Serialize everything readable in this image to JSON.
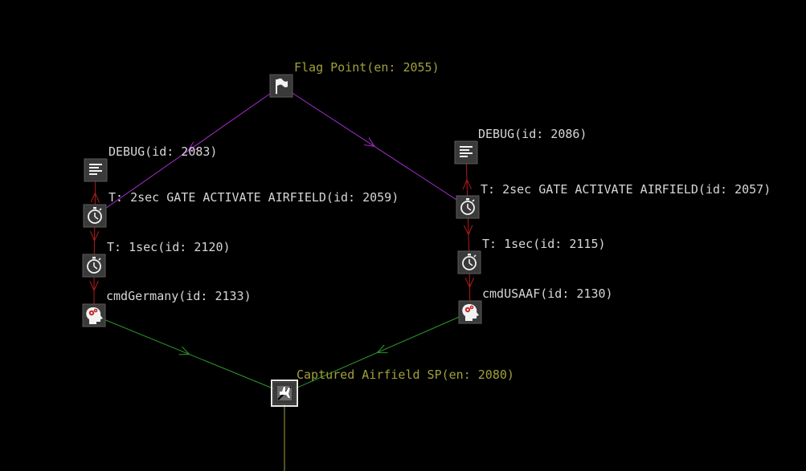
{
  "colors": {
    "background": "#000000",
    "label_white": "#d6d6d6",
    "label_olive": "#a0a03a",
    "link_purple": "#a52dc8",
    "link_red": "#b01c1c",
    "link_green": "#2c9a2c",
    "link_olive": "#a0a03a",
    "node_fill": "#3a3a3a",
    "node_border": "#5a5a5a",
    "node_selected_border": "#e8e8e8"
  },
  "nodes": [
    {
      "id": "flag-point",
      "icon": "flag-icon",
      "label": "Flag Point(en: 2055)",
      "label_color": "olive"
    },
    {
      "id": "debug-2083",
      "icon": "text-lines-icon",
      "label": "DEBUG(id: 2083)",
      "label_color": "white"
    },
    {
      "id": "debug-2086",
      "icon": "text-lines-icon",
      "label": "DEBUG(id: 2086)",
      "label_color": "white"
    },
    {
      "id": "timer-2059",
      "icon": "stopwatch-icon",
      "label": "T: 2sec GATE ACTIVATE AIRFIELD(id: 2059)",
      "label_color": "white"
    },
    {
      "id": "timer-2057",
      "icon": "stopwatch-icon",
      "label": "T: 2sec GATE ACTIVATE AIRFIELD(id: 2057)",
      "label_color": "white"
    },
    {
      "id": "timer-2120",
      "icon": "stopwatch-icon",
      "label": "T: 1sec(id: 2120)",
      "label_color": "white"
    },
    {
      "id": "timer-2115",
      "icon": "stopwatch-icon",
      "label": "T: 1sec(id: 2115)",
      "label_color": "white"
    },
    {
      "id": "cmd-germany",
      "icon": "head-gears-icon",
      "label": "cmdGermany(id: 2133)",
      "label_color": "white"
    },
    {
      "id": "cmd-usaaf",
      "icon": "head-gears-icon",
      "label": "cmdUSAAF(id: 2130)",
      "label_color": "white"
    },
    {
      "id": "captured-airfield",
      "icon": "airfield-icon",
      "label": "Captured Airfield SP(en: 2080)",
      "label_color": "olive",
      "selected": true
    }
  ],
  "links": [
    {
      "from": "flag-point",
      "to": "timer-2059",
      "color": "purple",
      "arrow": true
    },
    {
      "from": "flag-point",
      "to": "timer-2057",
      "color": "purple",
      "arrow": true
    },
    {
      "from": "timer-2059",
      "to": "debug-2083",
      "color": "red",
      "arrow": true
    },
    {
      "from": "timer-2059",
      "to": "timer-2120",
      "color": "red",
      "arrow": true
    },
    {
      "from": "timer-2120",
      "to": "cmd-germany",
      "color": "red",
      "arrow": true
    },
    {
      "from": "timer-2057",
      "to": "debug-2086",
      "color": "red",
      "arrow": true
    },
    {
      "from": "timer-2057",
      "to": "timer-2115",
      "color": "red",
      "arrow": true
    },
    {
      "from": "timer-2115",
      "to": "cmd-usaaf",
      "color": "red",
      "arrow": true
    },
    {
      "from": "cmd-germany",
      "to": "captured-airfield",
      "color": "green",
      "arrow": true
    },
    {
      "from": "cmd-usaaf",
      "to": "captured-airfield",
      "color": "green",
      "arrow": true
    },
    {
      "from": "captured-airfield",
      "to": "offscreen-below",
      "color": "olive",
      "arrow": false
    }
  ]
}
